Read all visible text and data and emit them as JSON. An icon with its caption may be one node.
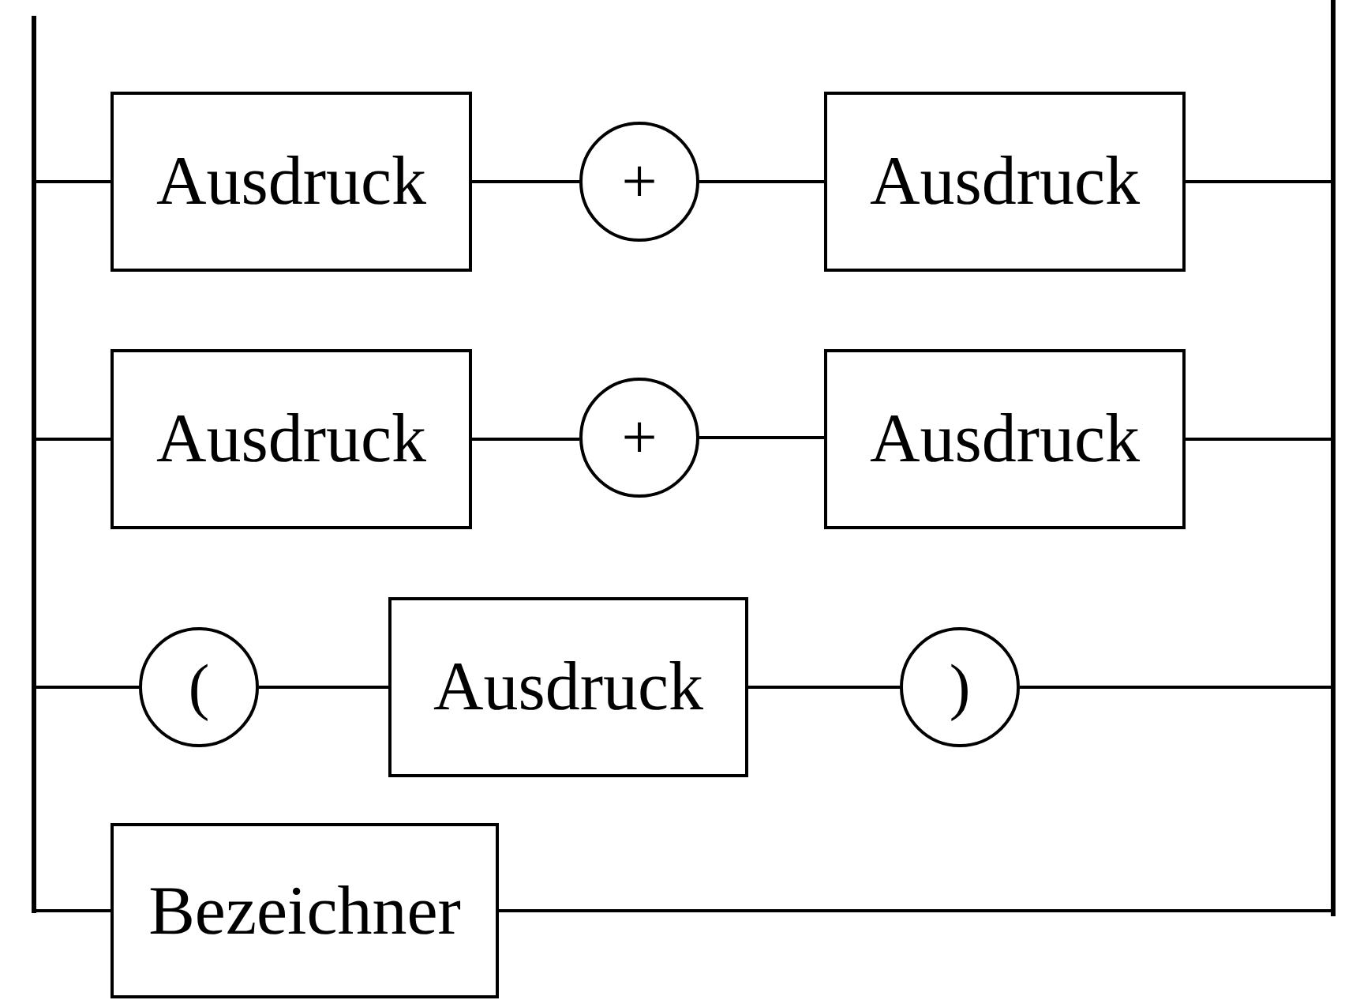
{
  "diagram": {
    "nodes": [
      {
        "text": [],
        "shape": "bar"
      },
      {
        "text": [
          "Ausdruck"
        ]
      },
      {
        "text": [
          "+"
        ]
      },
      {
        "text": [
          "Ausdruck"
        ]
      },
      {
        "text": [
          "Ausdruck"
        ]
      },
      {
        "text": [
          "+"
        ]
      },
      {
        "text": [
          "Ausdruck"
        ]
      },
      {
        "text": [
          "("
        ]
      },
      {
        "text": [
          "Ausdruck"
        ]
      },
      {
        "text": [
          ")"
        ]
      },
      {
        "text": [
          "Bezeichner"
        ]
      },
      {
        "text": [],
        "shape": "bar"
      }
    ],
    "edges": [
      {
        "from": 0,
        "to": 1,
        "arrow": "none"
      },
      {
        "from": 1,
        "to": 2,
        "arrow": "none"
      },
      {
        "from": 2,
        "to": 3,
        "arrow": "none"
      },
      {
        "from": 3,
        "to": 11,
        "arrow": "none"
      },
      {
        "from": 0,
        "to": 4,
        "arrow": "none"
      },
      {
        "from": 4,
        "to": 5,
        "arrow": "none"
      },
      {
        "from": 5,
        "to": 6,
        "arrow": "none"
      },
      {
        "from": 6,
        "to": 11,
        "arrow": "none"
      },
      {
        "from": 0,
        "to": 7,
        "arrow": "none"
      },
      {
        "from": 7,
        "to": 8,
        "arrow": "none"
      },
      {
        "from": 8,
        "to": 9,
        "arrow": "none"
      },
      {
        "from": 9,
        "to": 11,
        "arrow": "none"
      },
      {
        "from": 0,
        "to": 10,
        "arrow": "none"
      },
      {
        "from": 10,
        "to": 11,
        "arrow": "none"
      }
    ]
  }
}
